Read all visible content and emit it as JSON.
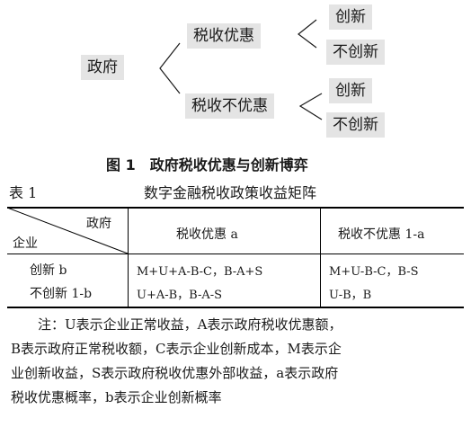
{
  "figure": {
    "root": "政府",
    "branch_1": "税收优惠",
    "branch_2": "税收不优惠",
    "leaf_1a": "创新",
    "leaf_1b": "不创新",
    "leaf_2a": "创新",
    "leaf_2b": "不创新",
    "caption": "图 1　政府税收优惠与创新博弈"
  },
  "table": {
    "label": "表 1",
    "title": "数字金融税收政策收益矩阵",
    "header_top": "政府",
    "header_bottom": "企业",
    "columns": [
      "税收优惠 a",
      "税收不优惠 1-a"
    ],
    "rows": [
      {
        "label": "创新 b",
        "cells": [
          "M+U+A-B-C，B-A+S",
          "M+U-B-C，B-S"
        ]
      },
      {
        "label": "不创新 1-b",
        "cells": [
          "U+A-B，B-A-S",
          "U-B，B"
        ]
      }
    ]
  },
  "note": {
    "lines": [
      "注：U表示企业正常收益，A表示政府税收优惠额，",
      "B表示政府正常税收额，C表示企业创新成本，M表示企",
      "业创新收益，S表示政府税收优惠外部收益，a表示政府",
      "税收优惠概率，b表示企业创新概率"
    ]
  }
}
